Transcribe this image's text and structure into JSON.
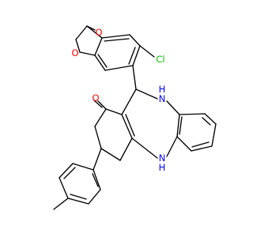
{
  "labels": {
    "o_dioxole_top": "O",
    "o_dioxole_bottom": "O",
    "cl": "Cl",
    "o_ketone": "O",
    "n_top": "N",
    "h_top": "H",
    "n_bottom": "N",
    "h_bottom": "H"
  },
  "colors": {
    "bond": "#000000",
    "oxygen": "#ff0000",
    "nitrogen": "#0000ff",
    "chlorine": "#00c000"
  }
}
